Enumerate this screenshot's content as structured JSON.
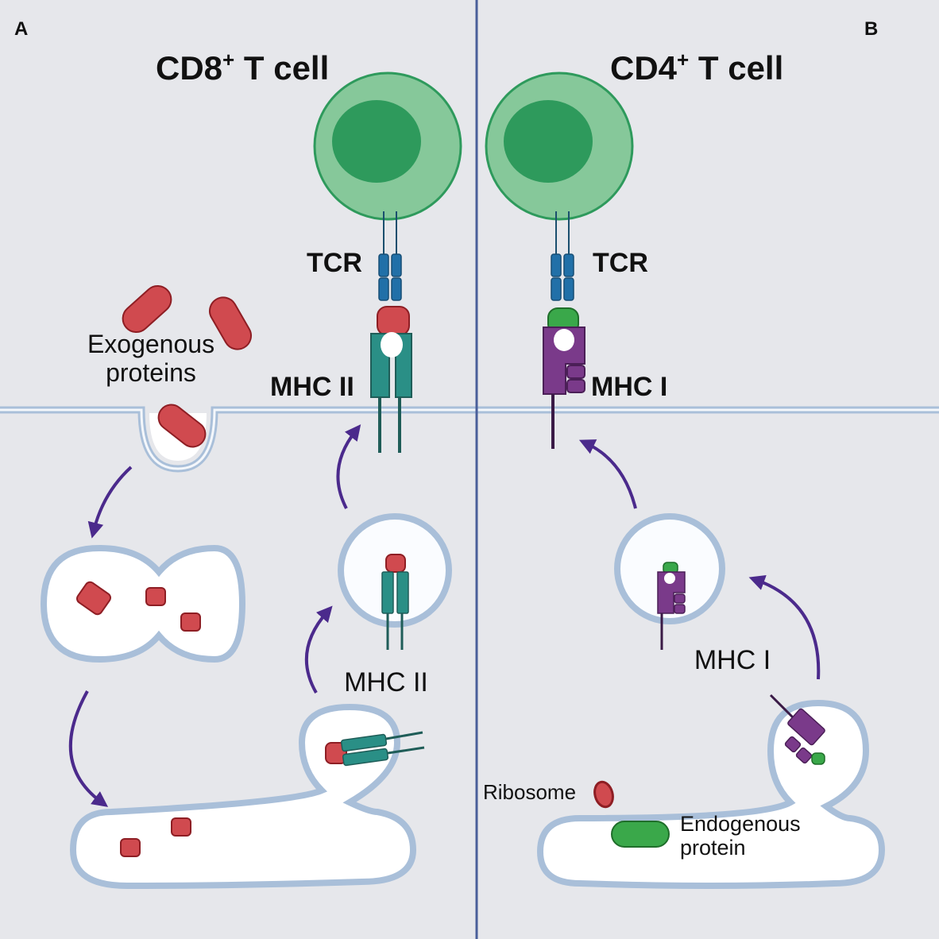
{
  "panels": {
    "a": {
      "letter": "A",
      "title_main": "CD8",
      "title_sup": "+",
      "title_rest": " T cell",
      "tcr_label": "TCR",
      "mhc_surface_label": "MHC II",
      "exogenous_label_line1": "Exogenous",
      "exogenous_label_line2": "proteins",
      "mhc_vesicle_label": "MHC II"
    },
    "b": {
      "letter": "B",
      "title_main": "CD4",
      "title_sup": "+",
      "title_rest": " T cell",
      "tcr_label": "TCR",
      "mhc_surface_label": "MHC I",
      "mhc_vesicle_label": "MHC I",
      "ribosome_label": "Ribosome",
      "endogenous_label_line1": "Endogenous",
      "endogenous_label_line2": "protein"
    }
  },
  "colors": {
    "extracellular_bg": "#e6e7eb",
    "cytoplasm_bg": "#e6e7eb",
    "membrane": "#a9bfd9",
    "divider": "#4a5f9a",
    "tcell_outer": "#86c89a",
    "tcell_nucleus": "#2e9a5c",
    "tcr_blue": "#2170a8",
    "mhc2_teal": "#2a8f86",
    "mhc1_purple": "#7a3a8a",
    "peptide_red": "#d04a4f",
    "peptide_green": "#3aa84a",
    "arrow_purple": "#4b2a8c"
  }
}
